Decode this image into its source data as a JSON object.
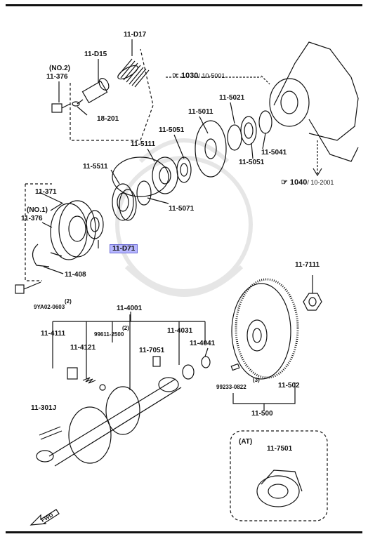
{
  "diagram": {
    "part_labels": {
      "d17": "11-D17",
      "d15": "11-D15",
      "no2": "(NO.2)",
      "p376a": "11-376",
      "p18201": "18-201",
      "p5021": "11-5021",
      "p5011": "11-5011",
      "p5051a": "11-5051",
      "p5111": "11-5111",
      "p5511": "11-5511",
      "p5041": "11-5041",
      "p5051b": "11-5051",
      "p5071": "11-5071",
      "p371": "11-371",
      "no1": "(NO.1)",
      "p376b": "11-376",
      "d71": "11-D71",
      "p408": "11-408",
      "p7111": "11-7111",
      "bolt_qty": "(2)",
      "bolt_code": "9YA02-0603",
      "p4001": "11-4001",
      "p4111": "11-4111",
      "pin_qty": "(2)",
      "pin_code": "99611-2500",
      "p4121": "11-4121",
      "p4031": "11-4031",
      "p4041": "11-4041",
      "p7051": "11-7051",
      "dowel_qty": "(3)",
      "dowel_code": "99233-0822",
      "p502": "11-502",
      "p500": "11-500",
      "p301j": "11-301J",
      "at": "(AT)",
      "p7501": "11-7501",
      "fwd": "FWD"
    },
    "refs": {
      "r1030_num": "1030",
      "r1030_page": "/ 10-5001",
      "r1040_num": "1040",
      "r1040_page": "/ 10-2001"
    },
    "highlight_color": "#b7b7ff"
  }
}
